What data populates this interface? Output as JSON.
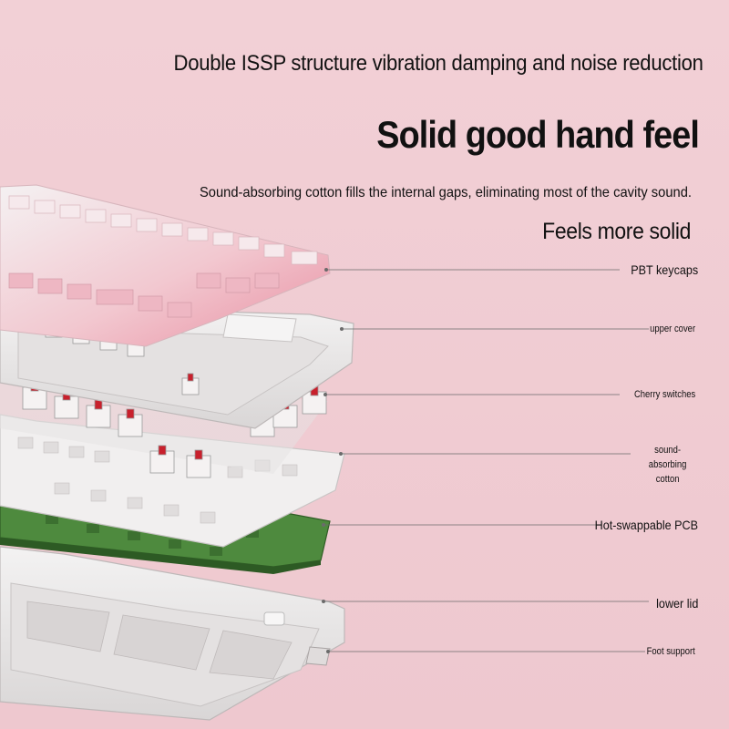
{
  "headline": "Double ISSP structure vibration damping and noise reduction",
  "title": "Solid good hand feel",
  "subtitle": "Sound-absorbing cotton fills the internal gaps, eliminating most of the cavity sound.",
  "tagline": "Feels more solid",
  "layers": {
    "keycaps": "PBT keycaps",
    "upper_cover": "upper cover",
    "switches": "Cherry switches",
    "cotton": "sound-absorbing cotton",
    "pcb": "Hot-swappable PCB",
    "lower_lid": "lower lid",
    "foot": "Foot support"
  },
  "colors": {
    "background": "#f0cdd2",
    "pcb": "#4e8a3e",
    "switch_stem": "#c8202c",
    "case": "#e9e6e6"
  }
}
